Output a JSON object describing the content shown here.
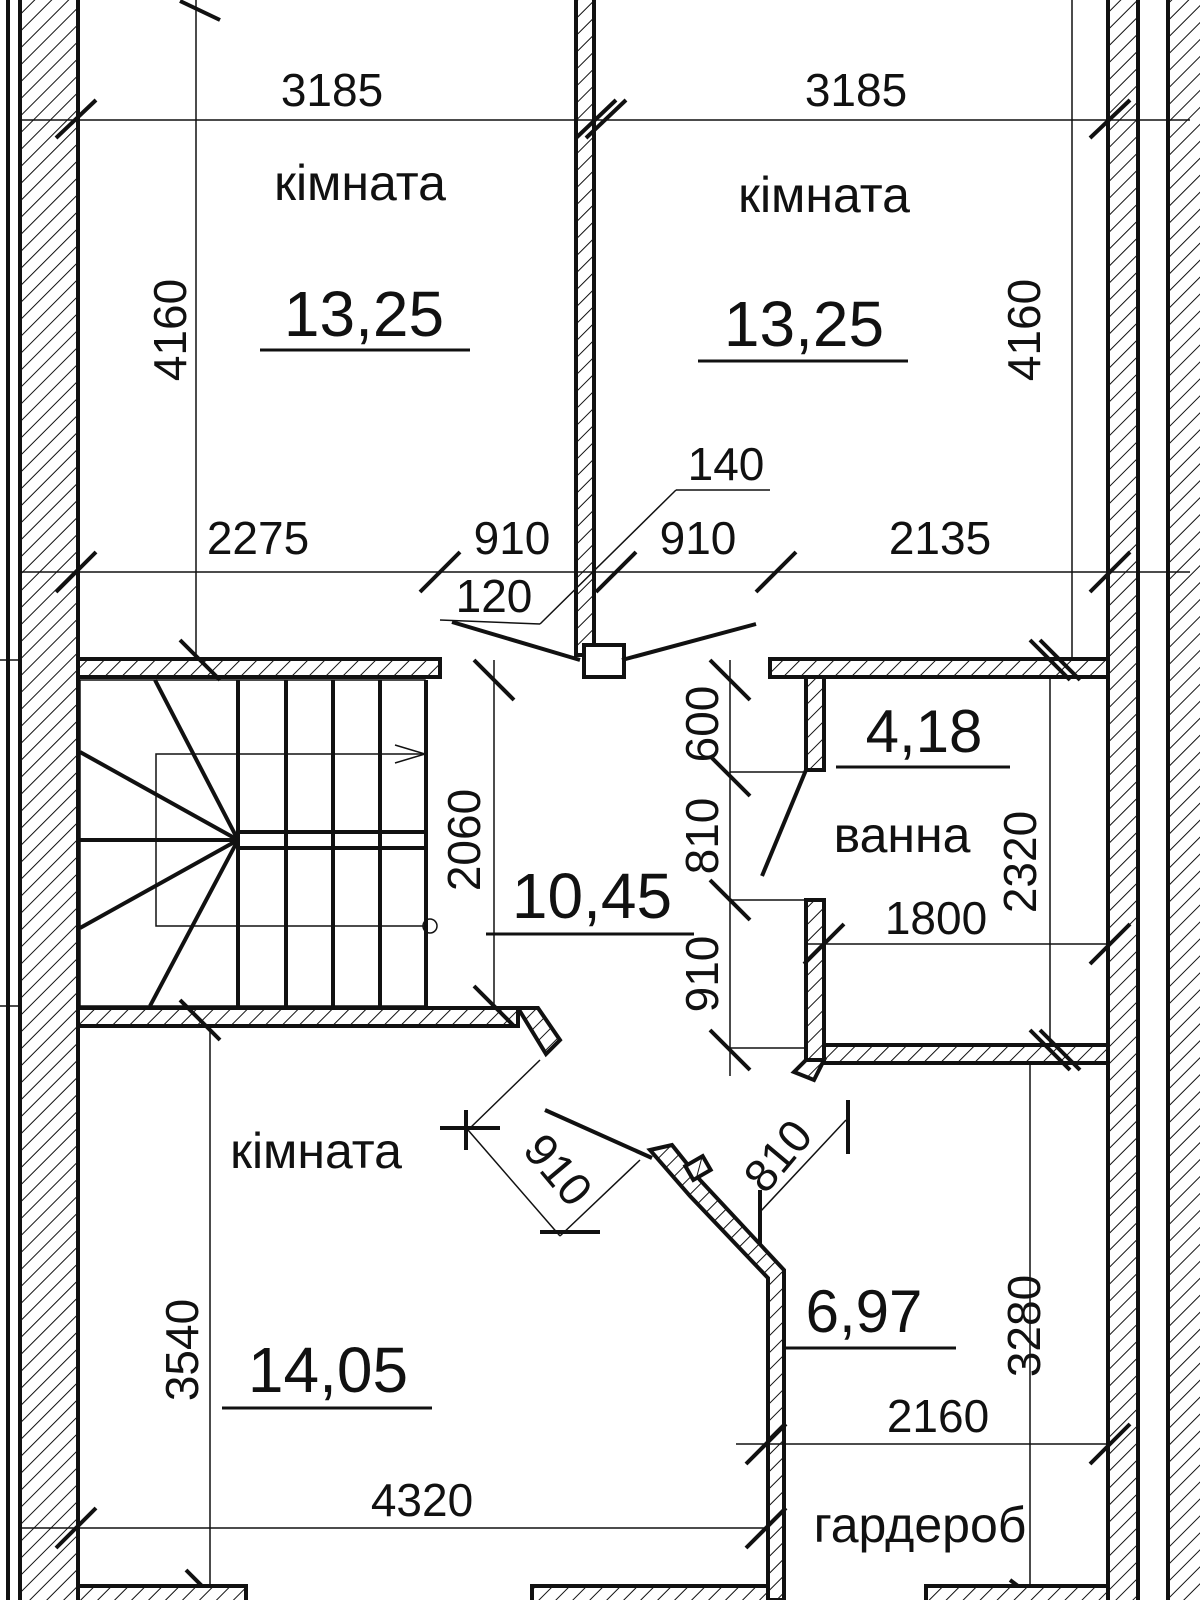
{
  "rooms": {
    "top_left": {
      "name": "кімната",
      "area": "13,25",
      "width": "3185",
      "height": "4160"
    },
    "top_right": {
      "name": "кімната",
      "area": "13,25",
      "width": "3185",
      "height": "4160"
    },
    "hall": {
      "area": "10,45",
      "stair_height": "2060"
    },
    "bathroom": {
      "name": "ванна",
      "area": "4,18",
      "width": "1800",
      "height": "2320"
    },
    "bottom_left": {
      "name": "кімната",
      "area": "14,05",
      "width": "4320",
      "height": "3540"
    },
    "wardrobe": {
      "name": "гардероб",
      "area": "6,97",
      "width": "2160",
      "height": "3280"
    }
  },
  "dimensions": {
    "top_chain": [
      "2275",
      "910",
      "910",
      "2135"
    ],
    "wall_140": "140",
    "wall_120": "120",
    "bath_side": [
      "600",
      "810",
      "910"
    ],
    "door_left": "910",
    "door_right": "810"
  },
  "colors": {
    "line": "#111111",
    "background": "#ffffff"
  }
}
